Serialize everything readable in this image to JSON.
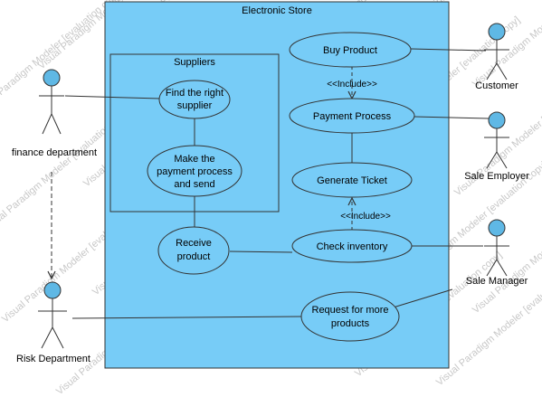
{
  "colors": {
    "system_fill": "#77CCF7",
    "system_stroke": "#333333",
    "usecase_fill": "#77CCF7",
    "actor_head": "#5FB8E5",
    "watermark": "#c7c7c7"
  },
  "system": {
    "title": "Electronic Store"
  },
  "package": {
    "title": "Suppliers"
  },
  "use_cases": {
    "find_supplier": [
      "Find the right",
      "supplier"
    ],
    "make_payment": [
      "Make the",
      "payment process",
      "and send"
    ],
    "receive_product": [
      "Receive",
      "product"
    ],
    "buy_product": [
      "Buy Product"
    ],
    "payment_process": [
      "Payment Process"
    ],
    "generate_ticket": [
      "Generate Ticket"
    ],
    "check_inventory": [
      "Check inventory"
    ],
    "request_products": [
      "Request for more",
      "products"
    ]
  },
  "relations": {
    "include_1": "<<Include>>",
    "include_2": "<<Include>>"
  },
  "actors": {
    "finance": "finance department",
    "risk": "Risk Department",
    "customer": "Customer",
    "sale_employer": "Sale Employer",
    "sale_manager": "Sale Manager"
  },
  "watermark": "Visual Paradigm Modeler [evaluation copy]"
}
